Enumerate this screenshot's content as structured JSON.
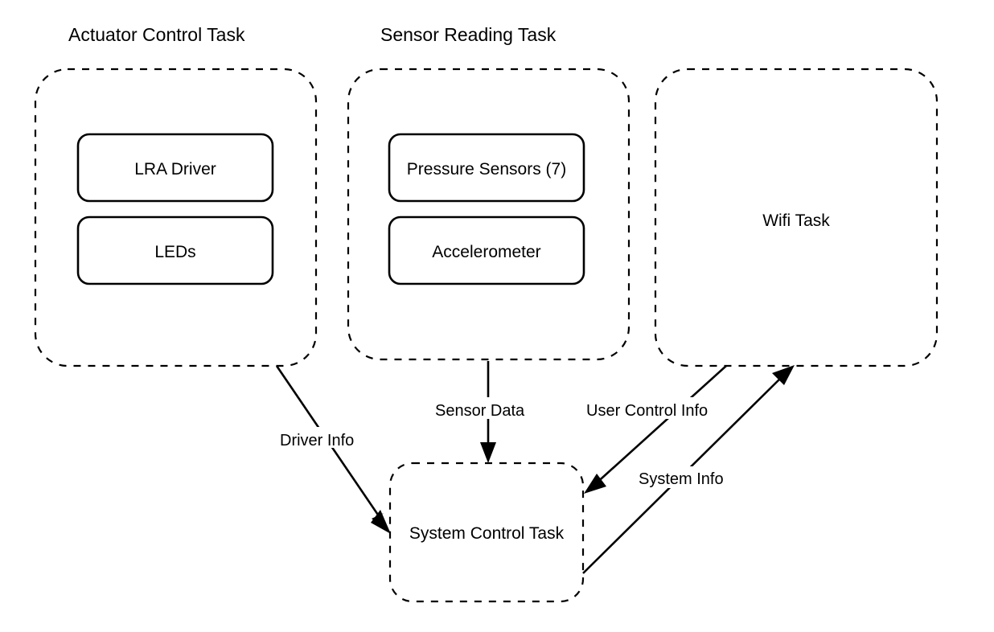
{
  "diagram": {
    "title_labels": [
      {
        "id": "actuator",
        "text": "Actuator Control Task"
      },
      {
        "id": "sensor",
        "text": "Sensor Reading Task"
      }
    ],
    "containers": [
      {
        "id": "actuator-container",
        "label": "Actuator Control Task",
        "style": "dashed-rounded"
      },
      {
        "id": "sensor-container",
        "label": "Sensor Reading Task",
        "style": "dashed-rounded"
      },
      {
        "id": "wifi-task",
        "label": "Wifi Task",
        "style": "dashed-rounded"
      },
      {
        "id": "system-control-task",
        "label": "System Control Task",
        "style": "dashed-rounded"
      }
    ],
    "nodes": [
      {
        "id": "lra-driver",
        "label": "LRA Driver",
        "parent": "actuator-container"
      },
      {
        "id": "leds",
        "label": "LEDs",
        "parent": "actuator-container"
      },
      {
        "id": "pressure-sensors",
        "label": "Pressure Sensors (7)",
        "parent": "sensor-container"
      },
      {
        "id": "accelerometer",
        "label": "Accelerometer",
        "parent": "sensor-container"
      }
    ],
    "edges": [
      {
        "id": "driver-info",
        "label": "Driver Info",
        "from": "actuator-container",
        "to": "system-control-task"
      },
      {
        "id": "sensor-data",
        "label": "Sensor Data",
        "from": "sensor-container",
        "to": "system-control-task"
      },
      {
        "id": "user-control-info",
        "label": "User Control Info",
        "from": "wifi-task",
        "to": "system-control-task"
      },
      {
        "id": "system-info",
        "label": "System Info",
        "from": "system-control-task",
        "to": "wifi-task"
      }
    ],
    "colors": {
      "background": "#ffffff",
      "stroke": "#000000",
      "text": "#000000",
      "node_fill": "#ffffff"
    }
  }
}
